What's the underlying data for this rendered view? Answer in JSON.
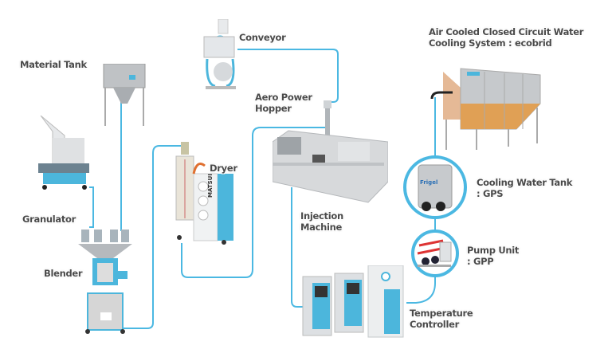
{
  "labels": {
    "material_tank": "Material Tank",
    "granulator": "Granulator",
    "blender": "Blender",
    "conveyor": "Conveyor",
    "dryer": "Dryer",
    "aero_power_hopper": [
      "Aero Power",
      "Hopper"
    ],
    "injection_machine": [
      "Injection",
      "Machine"
    ],
    "cooling_system": [
      "Air Cooled Closed Circuit Water",
      "Cooling System : ecobrid"
    ],
    "cooling_water_tank": [
      "Cooling Water Tank",
      ": GPS"
    ],
    "pump_unit": [
      "Pump Unit",
      ": GPP"
    ],
    "temperature_controller": [
      "Temperature",
      "Controller"
    ]
  },
  "brand_marks": {
    "dryer": "MATSUI",
    "tank": "Frigel"
  },
  "colors": {
    "pipe": "#4bb8e2",
    "machine_blue": "#4cb6dc",
    "steel": "#c9ccd0",
    "orange": "#e0a055"
  }
}
